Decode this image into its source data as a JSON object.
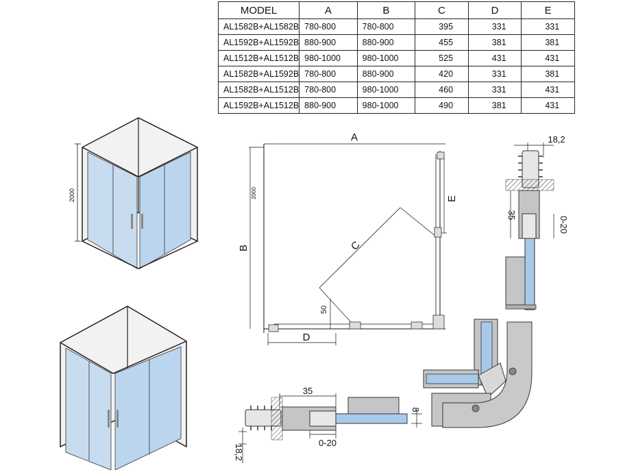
{
  "table": {
    "headers": [
      "MODEL",
      "A",
      "B",
      "C",
      "D",
      "E"
    ],
    "rows": [
      [
        "AL1582B+AL1582B",
        "780-800",
        "780-800",
        "395",
        "331",
        "331"
      ],
      [
        "AL1592B+AL1592B",
        "880-900",
        "880-900",
        "455",
        "381",
        "381"
      ],
      [
        "AL1512B+AL1512B",
        "980-1000",
        "980-1000",
        "525",
        "431",
        "431"
      ],
      [
        "AL1582B+AL1592B",
        "780-800",
        "880-900",
        "420",
        "331",
        "381"
      ],
      [
        "AL1582B+AL1512B",
        "780-800",
        "980-1000",
        "460",
        "331",
        "431"
      ],
      [
        "AL1592B+AL1512B",
        "880-900",
        "980-1000",
        "490",
        "381",
        "431"
      ]
    ]
  },
  "labels": {
    "height_small": "2000",
    "height_plan": "2000",
    "A": "A",
    "B": "B",
    "C": "C",
    "D": "D",
    "E": "E",
    "fifty": "50",
    "top_182": "18,2",
    "right_35": "35",
    "right_020": "0-20",
    "bottom_35": "35",
    "bottom_8": "8",
    "bottom_020": "0-20",
    "bottom_182": "18,2"
  },
  "colors": {
    "glass": "#c8dcf0",
    "glass_dark": "#9fc3e6",
    "frame": "#2b2b2b",
    "profile": "#b9babc"
  }
}
